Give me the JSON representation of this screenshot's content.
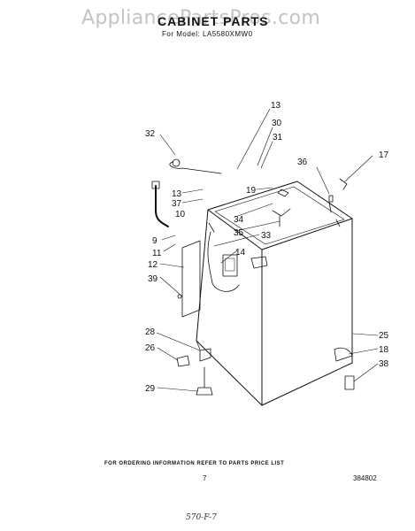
{
  "watermark": "AppliancePartsPros.com",
  "title": "CABINET PARTS",
  "model": "For Model: LA5580XMW0",
  "footer_note": "FOR ORDERING INFORMATION REFER TO PARTS PRICE LIST",
  "page_number": "7",
  "document_id": "384802",
  "handwritten_note": "570-F-7",
  "callouts": [
    {
      "id": "13-top",
      "label": "13"
    },
    {
      "id": "30",
      "label": "30"
    },
    {
      "id": "31",
      "label": "31"
    },
    {
      "id": "32",
      "label": "32"
    },
    {
      "id": "17",
      "label": "17"
    },
    {
      "id": "36",
      "label": "36"
    },
    {
      "id": "13-left",
      "label": "13"
    },
    {
      "id": "37",
      "label": "37"
    },
    {
      "id": "10",
      "label": "10"
    },
    {
      "id": "19",
      "label": "19"
    },
    {
      "id": "34",
      "label": "34"
    },
    {
      "id": "35",
      "label": "35"
    },
    {
      "id": "33",
      "label": "33"
    },
    {
      "id": "9",
      "label": "9"
    },
    {
      "id": "11",
      "label": "11"
    },
    {
      "id": "14",
      "label": "14"
    },
    {
      "id": "12",
      "label": "12"
    },
    {
      "id": "39",
      "label": "39"
    },
    {
      "id": "28",
      "label": "28"
    },
    {
      "id": "26",
      "label": "26"
    },
    {
      "id": "25",
      "label": "25"
    },
    {
      "id": "18",
      "label": "18"
    },
    {
      "id": "38",
      "label": "38"
    },
    {
      "id": "29",
      "label": "29"
    }
  ]
}
